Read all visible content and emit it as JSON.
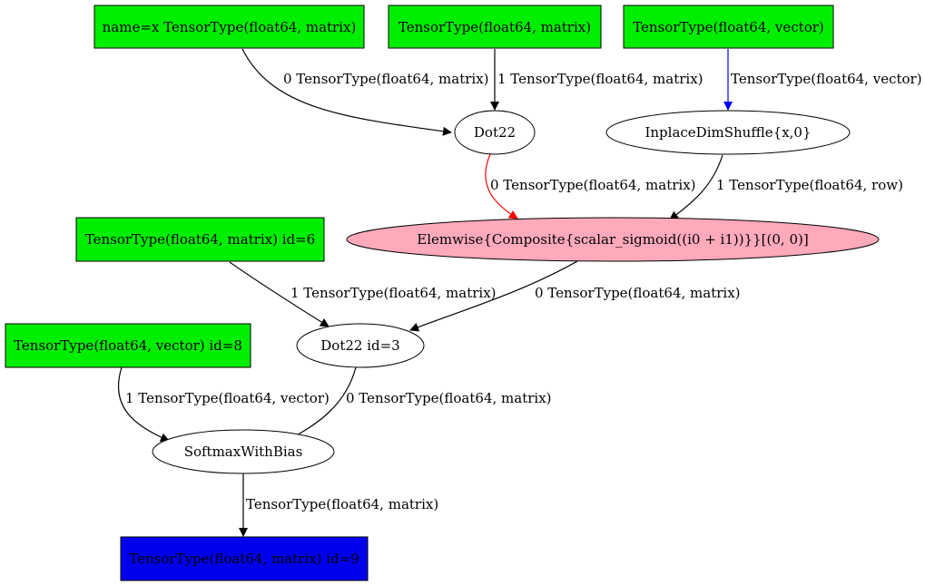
{
  "colors": {
    "input_fill": "#00ee00",
    "output_fill": "#0000ee",
    "elemwise_fill": "#ffaabb",
    "op_fill": "#ffffff",
    "stroke": "#000000",
    "edge_black": "#000000",
    "edge_red": "#ff0000",
    "edge_blue": "#0000ff"
  },
  "nodes": {
    "input_x": {
      "label": "name=x TensorType(float64, matrix)"
    },
    "input_matrix": {
      "label": "TensorType(float64, matrix)"
    },
    "input_vector": {
      "label": "TensorType(float64, vector)"
    },
    "dot22": {
      "label": "Dot22"
    },
    "dimshuffle": {
      "label": "InplaceDimShuffle{x,0}"
    },
    "elemwise": {
      "label": "Elemwise{Composite{scalar_sigmoid((i0 + i1))}}[(0, 0)]"
    },
    "input_id6": {
      "label": "TensorType(float64, matrix) id=6"
    },
    "dot22_id3": {
      "label": "Dot22 id=3"
    },
    "input_id8": {
      "label": "TensorType(float64, vector) id=8"
    },
    "softmax": {
      "label": "SoftmaxWithBias"
    },
    "output_id9": {
      "label": "TensorType(float64, matrix) id=9"
    }
  },
  "edges": {
    "x_to_dot22": {
      "label": "0 TensorType(float64, matrix)"
    },
    "matrix_to_dot22": {
      "label": "1 TensorType(float64, matrix)"
    },
    "vector_to_dimshuffle": {
      "label": "TensorType(float64, vector)"
    },
    "dot22_to_elemwise": {
      "label": "0 TensorType(float64, matrix)"
    },
    "dimshuffle_to_elemwise": {
      "label": "1 TensorType(float64, row)"
    },
    "id6_to_dot22_id3": {
      "label": "1 TensorType(float64, matrix)"
    },
    "elemwise_to_dot22_id3": {
      "label": "0 TensorType(float64, matrix)"
    },
    "id8_to_softmax": {
      "label": "1 TensorType(float64, vector)"
    },
    "dot22_id3_to_softmax": {
      "label": "0 TensorType(float64, matrix)"
    },
    "softmax_to_output": {
      "label": "TensorType(float64, matrix)"
    }
  }
}
